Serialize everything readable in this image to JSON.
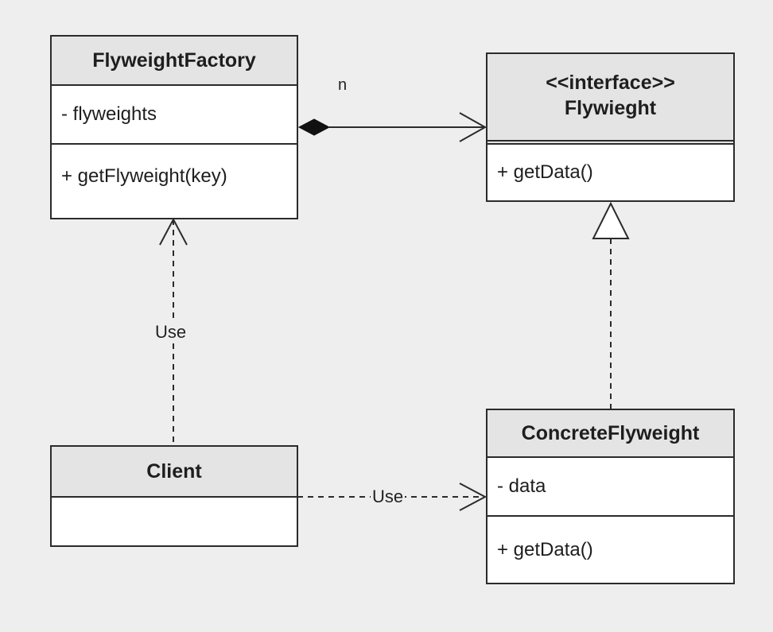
{
  "classes": {
    "flyweight_factory": {
      "name": "FlyweightFactory",
      "attributes": [
        "- flyweights"
      ],
      "operations": [
        "+ getFlyweight(key)"
      ]
    },
    "flyweight": {
      "stereotype": "<<interface>>",
      "name": "Flywieght",
      "operations": [
        "+ getData()"
      ]
    },
    "client": {
      "name": "Client"
    },
    "concrete_flyweight": {
      "name": "ConcreteFlyweight",
      "attributes": [
        "- data"
      ],
      "operations": [
        "+ getData()"
      ]
    }
  },
  "relations": {
    "aggregation_multiplicity": "n",
    "client_factory_label": "Use",
    "client_concrete_label": "Use"
  }
}
